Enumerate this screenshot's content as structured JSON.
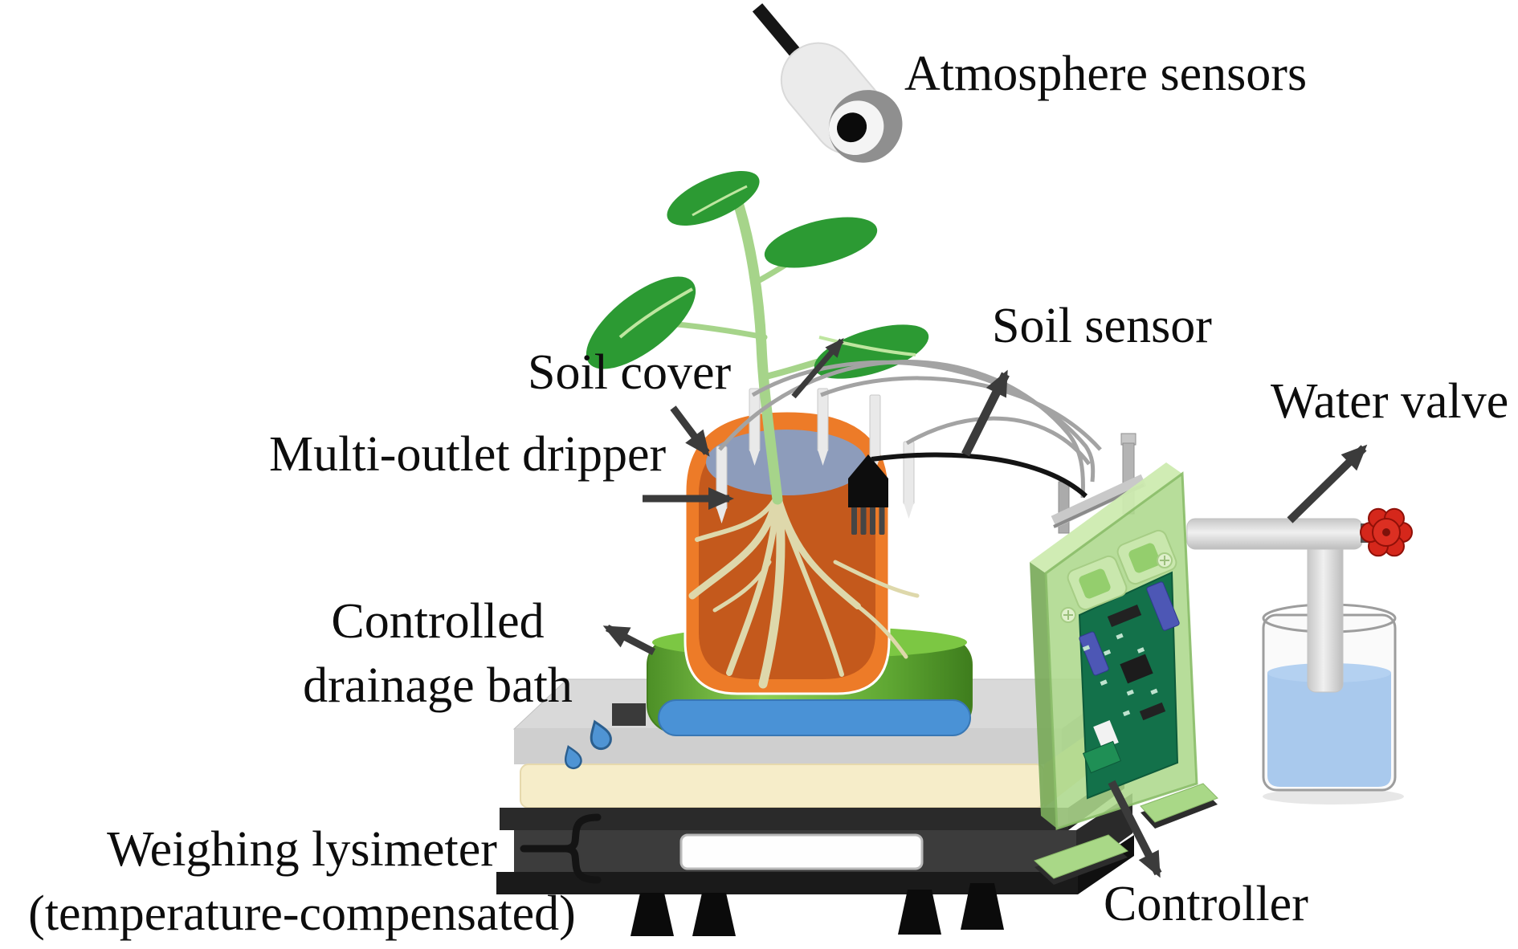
{
  "labels": {
    "atmosphere_sensors": "Atmosphere sensors",
    "soil_cover": "Soil cover",
    "multi_outlet_dripper": "Multi-outlet dripper",
    "soil_sensor": "Soil sensor",
    "water_valve": "Water valve",
    "drainage_line1": "Controlled",
    "drainage_line2": "drainage bath",
    "lysimeter_line1": "Weighing lysimeter",
    "lysimeter_line2": "(temperature-compensated)",
    "controller": "Controller"
  },
  "colors": {
    "pot_orange": "#ed7b28",
    "pot_inner_orange": "#c4591c",
    "soil_cover_gray_blue": "#8d9cbb",
    "bath_green": "#63b32e",
    "bath_water_blue": "#4a92d6",
    "beaker_water_blue": "#a9c9ed",
    "panel_green": "#add68c",
    "pcb_green": "#13714a",
    "capacitor_indigo": "#4d57b5",
    "valve_red": "#d5271b",
    "leaf_green": "#2c9a33",
    "stem_green": "#a6d48a",
    "root_beige": "#ded8ab",
    "arrow_gray": "#3b3b3b",
    "scale_dark": "#1a1a1a",
    "platform_cream": "#f6edc9",
    "label_text": "#0d0d0d"
  },
  "icons": [
    "atmosphere-sensor-icon",
    "plant-icon",
    "pot-icon",
    "soil-cover-icon",
    "dripper-icon",
    "soil-sensor-icon",
    "drainage-bath-icon",
    "water-drops-icon",
    "weighing-scale-icon",
    "controller-board-icon",
    "bracket-icon",
    "pipe-icon",
    "water-valve-icon",
    "water-beaker-icon",
    "brace-icon"
  ]
}
